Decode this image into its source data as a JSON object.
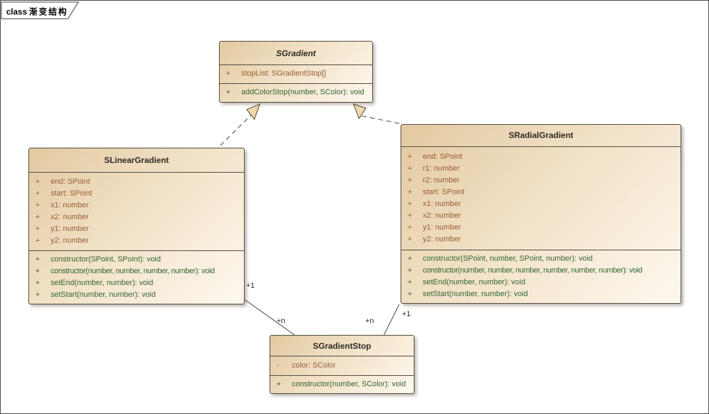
{
  "frame": {
    "keyword": "class",
    "title": "渐变结构"
  },
  "colors": {
    "box_fill_dark": "#e2c9a0",
    "box_fill_light": "#fdf8f0",
    "border": "#524a3e",
    "attribute_text": "#9a5c35",
    "operation_text": "#336633",
    "connector_line": "#6e6a62",
    "arrowhead_fill": "#f0d8ae"
  },
  "classes": [
    {
      "name": "SGradient",
      "abstract": true,
      "attributes": [
        {
          "vis": "+",
          "text": "stopList: SGradientStop[]"
        }
      ],
      "operations": [
        {
          "vis": "+",
          "text": "addColorStop(number, SColor): void"
        }
      ]
    },
    {
      "name": "SLinearGradient",
      "abstract": false,
      "attributes": [
        {
          "vis": "+",
          "text": "end: SPoint"
        },
        {
          "vis": "+",
          "text": "start: SPoint"
        },
        {
          "vis": "+",
          "text": "x1: number"
        },
        {
          "vis": "+",
          "text": "x2: number"
        },
        {
          "vis": "+",
          "text": "y1: number"
        },
        {
          "vis": "+",
          "text": "y2: number"
        }
      ],
      "operations": [
        {
          "vis": "+",
          "text": "constructor(SPoint, SPoint): void"
        },
        {
          "vis": "+",
          "text": "constructor(number, number, number, number): void"
        },
        {
          "vis": "+",
          "text": "setEnd(number, number): void"
        },
        {
          "vis": "+",
          "text": "setStart(number, number): void"
        }
      ]
    },
    {
      "name": "SRadialGradient",
      "abstract": false,
      "attributes": [
        {
          "vis": "+",
          "text": "end: SPoint"
        },
        {
          "vis": "+",
          "text": "r1: number"
        },
        {
          "vis": "+",
          "text": "r2: number"
        },
        {
          "vis": "+",
          "text": "start: SPoint"
        },
        {
          "vis": "+",
          "text": "x1: number"
        },
        {
          "vis": "+",
          "text": "x2: number"
        },
        {
          "vis": "+",
          "text": "y1: number"
        },
        {
          "vis": "+",
          "text": "y2: number"
        }
      ],
      "operations": [
        {
          "vis": "+",
          "text": "constructor(SPoint, number, SPoint, number): void"
        },
        {
          "vis": "+",
          "text": "constructor(number, number, number, number, number, number): void"
        },
        {
          "vis": "+",
          "text": "setEnd(number, number): void"
        },
        {
          "vis": "+",
          "text": "setStart(number, number): void"
        }
      ]
    },
    {
      "name": "SGradientStop",
      "abstract": false,
      "attributes": [
        {
          "vis": "-",
          "text": "color: SColor"
        }
      ],
      "operations": [
        {
          "vis": "+",
          "text": "constructor(number, SColor): void"
        }
      ]
    }
  ],
  "relations": {
    "linear_to_stop_source_mult": "+1",
    "linear_to_stop_target_mult": "+n",
    "radial_to_stop_target_mult": "+n",
    "radial_to_stop_source_mult": "+1"
  }
}
